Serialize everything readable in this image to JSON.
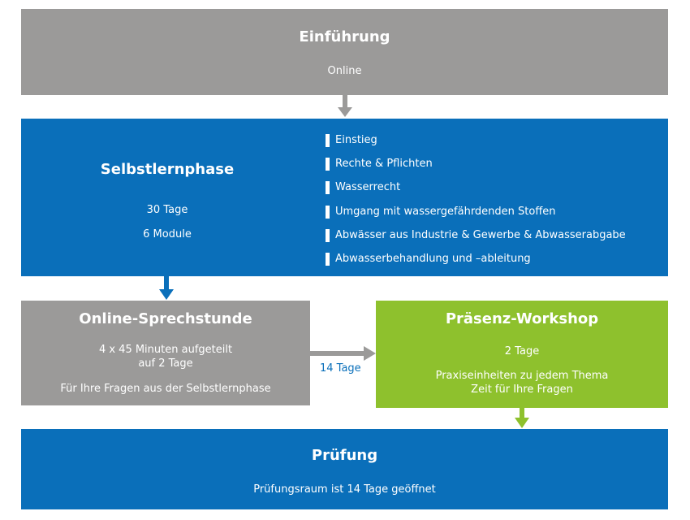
{
  "colors": {
    "gray": "#9b9a99",
    "blue": "#0a6fba",
    "green": "#8ec12d",
    "text": "#ffffff"
  },
  "intro": {
    "title": "Einführung",
    "subtitle": "Online"
  },
  "self_study": {
    "title": "Selbstlernphase",
    "duration": "30 Tage",
    "modules_count": "6 Module",
    "modules": [
      "Einstieg",
      "Rechte & Pflichten",
      "Wasserrecht",
      "Umgang mit wassergefährdenden Stoffen",
      "Abwässer aus Industrie & Gewerbe & Abwasserabgabe",
      "Abwasserbehandlung und –ableitung"
    ]
  },
  "consultation": {
    "title": "Online-Sprechstunde",
    "line1": "4 x 45 Minuten aufgeteilt",
    "line2": "auf 2 Tage",
    "line3": "Für Ihre Fragen aus der Selbstlernphase"
  },
  "connector_label": "14 Tage",
  "workshop": {
    "title": "Präsenz-Workshop",
    "duration": "2 Tage",
    "line1": "Praxiseinheiten zu jedem Thema",
    "line2": "Zeit für Ihre Fragen"
  },
  "exam": {
    "title": "Prüfung",
    "subtitle": "Prüfungsraum ist 14 Tage geöffnet"
  }
}
